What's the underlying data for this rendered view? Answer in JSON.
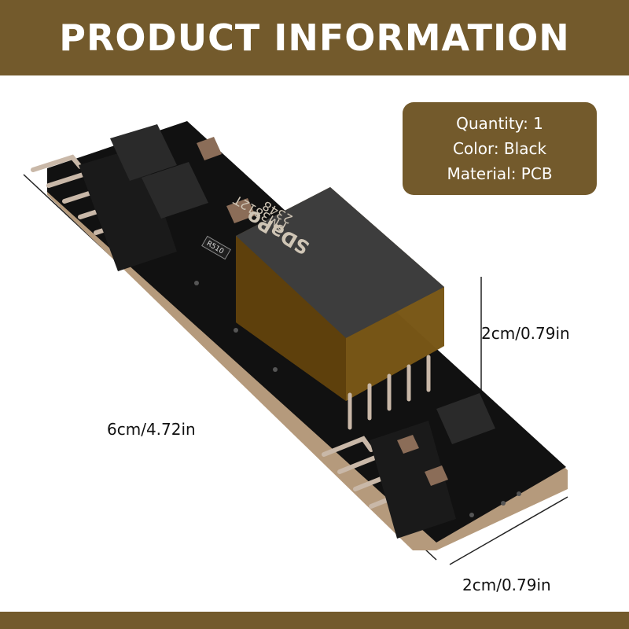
{
  "header": {
    "title": "PRODUCT INFORMATION"
  },
  "info": {
    "quantity": "Quantity: 1",
    "color": "Color: Black",
    "material": "Material: PCB"
  },
  "dimensions": {
    "height": "2cm/0.79in",
    "length": "6cm/4.72in",
    "width": "2cm/0.79in"
  },
  "product": {
    "brand_marking": "SDaPo",
    "model_marking": "PM3812T",
    "date_marking": "2348",
    "resistor_marking": "R510"
  },
  "colors": {
    "accent": "#735a2c",
    "pcb": "#111111",
    "transformer_body": "#6a4a10"
  }
}
